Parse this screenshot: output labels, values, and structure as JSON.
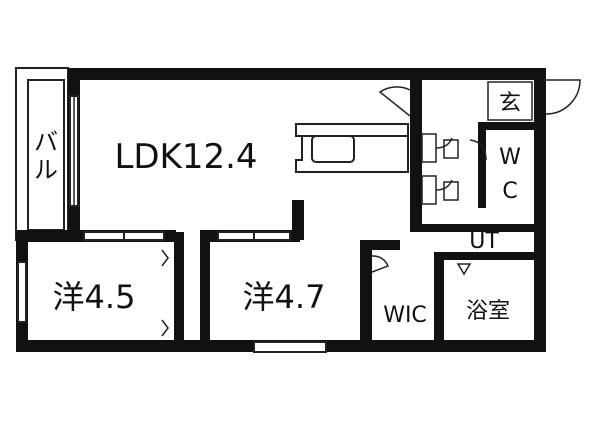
{
  "rooms": {
    "ldk": "LDK12.4",
    "western1": "洋4.5",
    "western2": "洋4.7",
    "wic": "WIC",
    "bath": "浴室",
    "ut": "UT",
    "entrance": "玄",
    "wc_w": "W",
    "wc_c": "C",
    "balcony_1": "バ",
    "balcony_2": "ル"
  },
  "colors": {
    "wall": "#111111",
    "line": "#222222",
    "background": "#ffffff"
  }
}
